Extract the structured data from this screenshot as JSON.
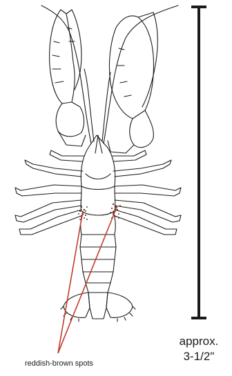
{
  "scale": {
    "line1": "approx.",
    "line2": "3-1/2\""
  },
  "callout": {
    "label": "reddish-brown spots",
    "color": "#c03a2b"
  },
  "ink": "#1a1a1a"
}
